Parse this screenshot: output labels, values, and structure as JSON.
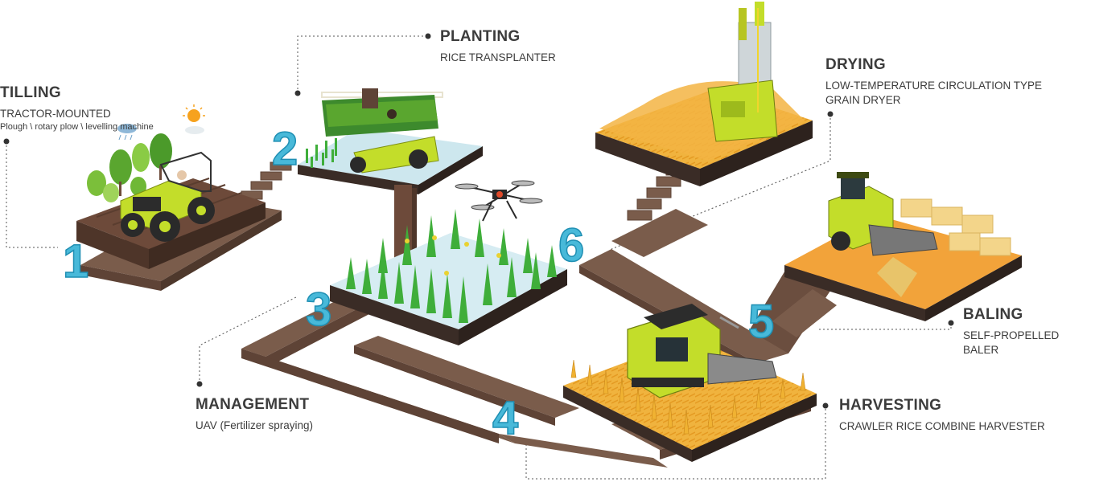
{
  "stages": {
    "tilling": {
      "num": "1",
      "title": "TILLING",
      "subtitle": "TRACTOR-MOUNTED",
      "detail": "Plough \\ rotary plow \\ levelling machine"
    },
    "planting": {
      "num": "2",
      "title": "PLANTING",
      "subtitle": "RICE TRANSPLANTER"
    },
    "management": {
      "num": "3",
      "title": "MANAGEMENT",
      "subtitle": "UAV (Fertilizer spraying)"
    },
    "harvesting": {
      "num": "4",
      "title": "HARVESTING",
      "subtitle": "CRAWLER RICE COMBINE HARVESTER"
    },
    "baling": {
      "num": "5",
      "title": "BALING",
      "subtitle": "SELF-PROPELLED BALER"
    },
    "drying": {
      "num": "6",
      "title": "DRYING",
      "subtitle": "LOW-TEMPERATURE CIRCULATION TYPE",
      "subtitle2": "GRAIN DRYER"
    }
  },
  "colors": {
    "path": "#7a5c4b",
    "path_dark": "#5e4336",
    "number_blue": "#48b9d9",
    "machine_green": "#c3dd2a",
    "grain_gold": "#f2b43c",
    "crop_green": "#3fae3a",
    "water_blue": "#cde7ee",
    "soil": "#6d4a3a"
  },
  "icons": [
    "sun-icon",
    "cloud-rain-icon",
    "tractor-icon",
    "transplanter-icon",
    "drone-icon",
    "combine-harvester-icon",
    "baler-icon",
    "grain-dryer-icon"
  ]
}
